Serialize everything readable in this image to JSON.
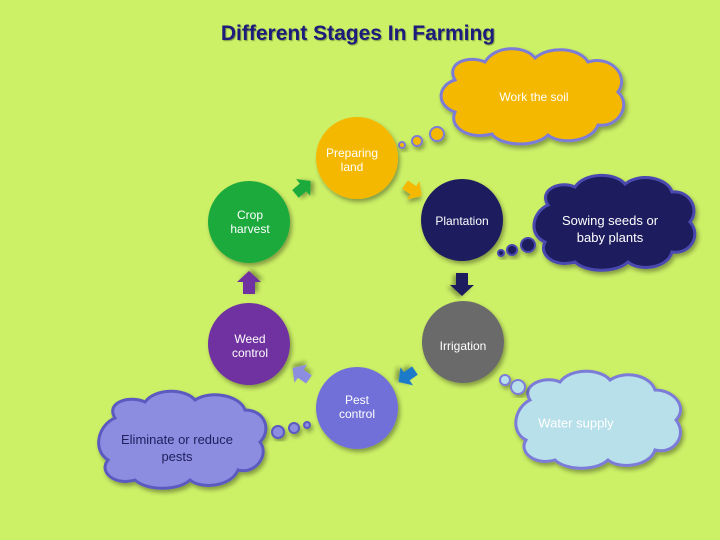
{
  "title": "Different Stages In Farming",
  "colors": {
    "background": "#ccf066",
    "title": "#1c1c7c",
    "preparing": "#f5b800",
    "plantation": "#1f1f5e",
    "irrigation": "#6b6b6b",
    "pest": "#7070d8",
    "weed": "#7030a0",
    "crop": "#1eaa3c",
    "water": "#b8e0ea"
  },
  "stages": [
    {
      "name": "preparing-land",
      "label": "Preparing\nland"
    },
    {
      "name": "plantation",
      "label": "Plantation"
    },
    {
      "name": "irrigation",
      "label": "Irrigation"
    },
    {
      "name": "pest-control",
      "label": "Pest\ncontrol"
    },
    {
      "name": "weed-control",
      "label": "Weed\ncontrol"
    },
    {
      "name": "crop-harvest",
      "label": "Crop\nharvest"
    }
  ],
  "clouds": [
    {
      "name": "work-soil",
      "label": "Work the soil"
    },
    {
      "name": "sowing",
      "label": "Sowing  seeds or\nbaby plants"
    },
    {
      "name": "water",
      "label": "Water supply"
    },
    {
      "name": "eliminate",
      "label": "Eliminate or reduce\npests"
    }
  ]
}
